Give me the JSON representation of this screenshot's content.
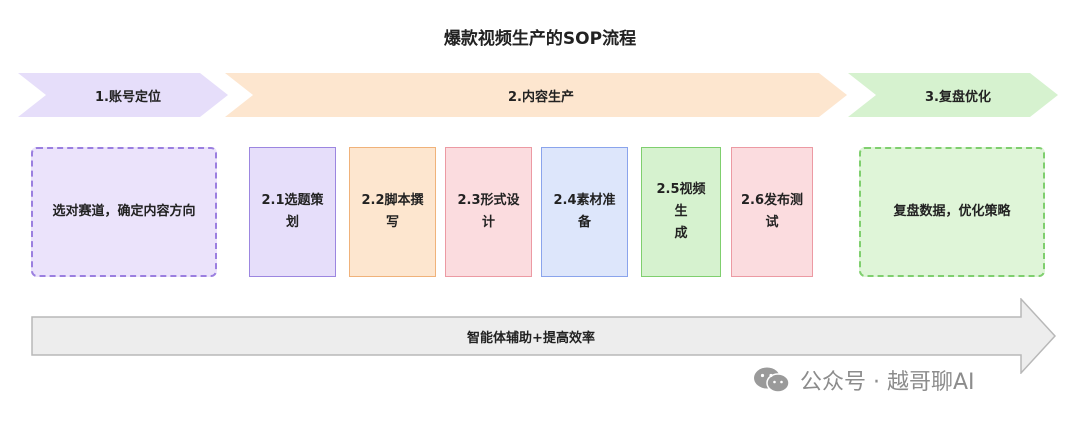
{
  "title": "爆款视频生产的SOP流程",
  "stages": [
    {
      "label": "1.账号定位",
      "color": "#e6defa"
    },
    {
      "label": "2.内容生产",
      "color": "#fde6cf"
    },
    {
      "label": "3.复盘优化",
      "color": "#d6f2cf"
    }
  ],
  "left_box": {
    "text": "选对赛道，确定内容方向"
  },
  "steps": [
    {
      "line1": "2.1选题策",
      "line2": "划"
    },
    {
      "line1": "2.2脚本撰",
      "line2": "写"
    },
    {
      "line1": "2.3形式设",
      "line2": "计"
    },
    {
      "line1": "2.4素材准",
      "line2": "备"
    },
    {
      "line1": "2.5视频生",
      "line2": "成"
    },
    {
      "line1": "2.6发布测",
      "line2": "试"
    }
  ],
  "right_box": {
    "text": "复盘数据，优化策略"
  },
  "bottom_arrow": {
    "label": "智能体辅助+提高效率"
  },
  "watermark": {
    "text": "公众号 · 越哥聊AI",
    "icon": "wechat-icon"
  }
}
